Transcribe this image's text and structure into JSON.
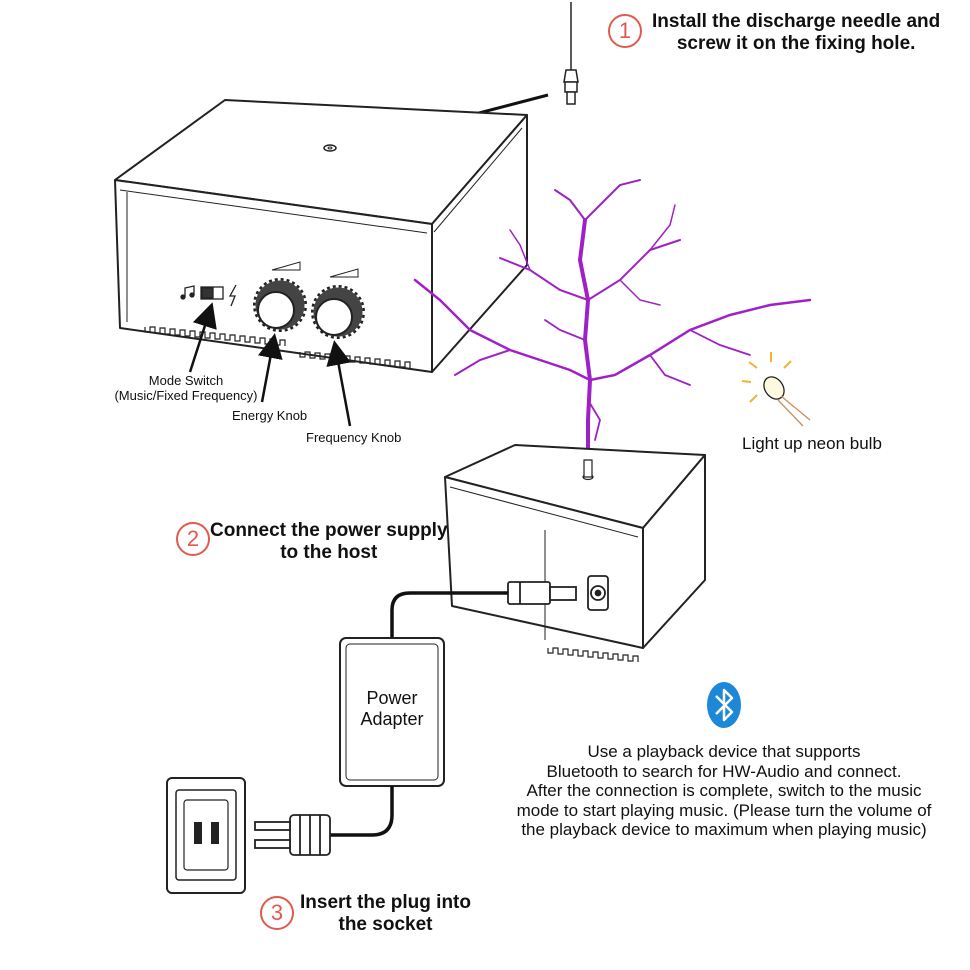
{
  "steps": [
    {
      "num": "1",
      "text_lines": [
        "Install the discharge needle and",
        "screw it on the fixing hole."
      ]
    },
    {
      "num": "2",
      "text_lines": [
        "Connect the power supply",
        "to the host"
      ]
    },
    {
      "num": "3",
      "text_lines": [
        "Insert the plug into",
        "the socket"
      ]
    }
  ],
  "labels": {
    "mode_switch": [
      "Mode Switch",
      "(Music/Fixed Frequency)"
    ],
    "energy_knob": "Energy Knob",
    "frequency_knob": "Frequency Knob",
    "neon_bulb": "Light up neon bulb",
    "power_adapter": [
      "Power",
      "Adapter"
    ]
  },
  "bluetooth_instructions": [
    "Use a playback device that supports",
    "Bluetooth to search for HW-Audio and connect.",
    "After the connection is complete, switch to the music",
    "mode to start playing music. (Please turn the volume of",
    "the playback device to maximum when playing music)"
  ],
  "colors": {
    "step_number": "#e05a4e",
    "bluetooth": "#1e88d8",
    "arc": "#a020c8",
    "outline": "#222222"
  },
  "icons": [
    "music-note-icon",
    "switch-icon",
    "lightning-icon",
    "bluetooth-icon",
    "neon-bulb-icon"
  ]
}
